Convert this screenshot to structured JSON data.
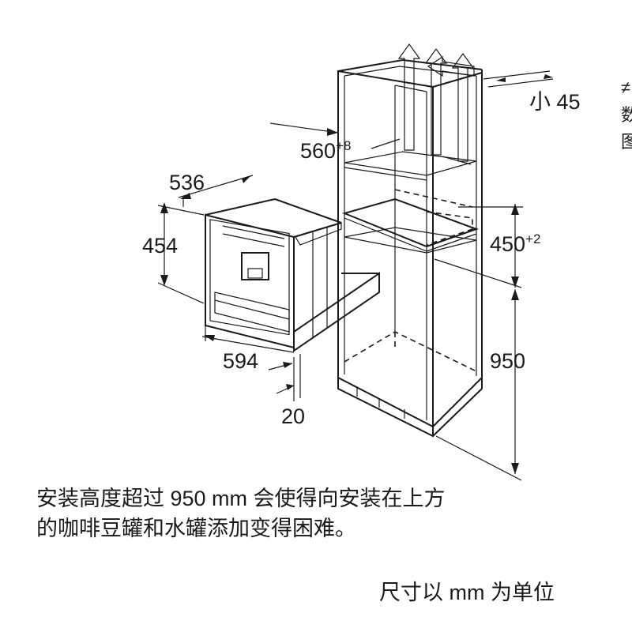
{
  "dimensions": {
    "d536": "536",
    "d454": "454",
    "d594": "594",
    "d20": "20",
    "d560": "560",
    "d560_tol": "+8",
    "d450": "450",
    "d450_tol": "+2",
    "d950": "950",
    "d_min45": "小 45"
  },
  "side_cut_text": [
    "≠",
    "数",
    "图"
  ],
  "note": {
    "line1": "安装高度超过 950 mm 会使得向安装在上方",
    "line2": "的咖啡豆罐和水罐添加变得困难。"
  },
  "units_label": "尺寸以 mm 为单位",
  "colors": {
    "line": "#1a1a1a",
    "background": "#ffffff"
  }
}
